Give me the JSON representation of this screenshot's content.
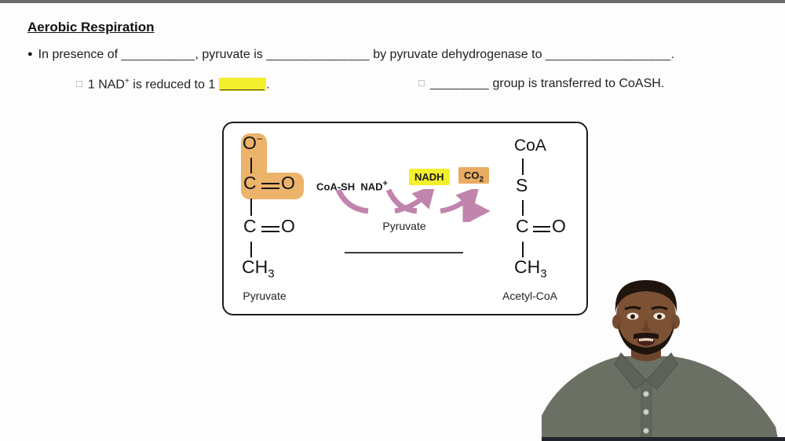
{
  "slide": {
    "title": "Aerobic Respiration",
    "bullet": {
      "marker": "●",
      "s1": "In presence of ",
      "b1": "__________",
      "s2": ", pyruvate is ",
      "b2": "______________",
      "s3": " by pyruvate dehydrogenase to ",
      "b3": "_________________",
      "s4": "."
    },
    "sub_left": {
      "marker": "□",
      "t1": "1 NAD",
      "sup": "+",
      "t2": " is reduced to 1 ",
      "blank": "______",
      "t3": "."
    },
    "sub_right": {
      "marker": "□",
      "blank": "________",
      "t1": " group is transferred to CoASH."
    }
  },
  "diagram": {
    "pyruvate": {
      "o_top": "O",
      "charge": "−",
      "c1": "C",
      "o1": "O",
      "c2": "C",
      "o2": "O",
      "ch": "CH",
      "ch_sub": "3",
      "label": "Pyruvate"
    },
    "reaction": {
      "reactants": "CoA-SH  NAD",
      "reactants_sup": "+",
      "nadh": "NADH",
      "co2": "CO",
      "co2_sub": "2",
      "enzyme": "Pyruvate"
    },
    "acetyl": {
      "coa": "CoA",
      "s": "S",
      "c": "C",
      "o": "O",
      "ch": "CH",
      "ch_sub": "3",
      "label": "Acetyl-CoA"
    }
  },
  "colors": {
    "highlight_yellow": "#F3EF2C",
    "highlight_tan": "#E8AC62",
    "carboxyl_highlight": "#ECB36B",
    "arrow_pink": "#C184AD",
    "shirt_gray": "#6B7064",
    "top_bar": "#6A6A6A"
  }
}
